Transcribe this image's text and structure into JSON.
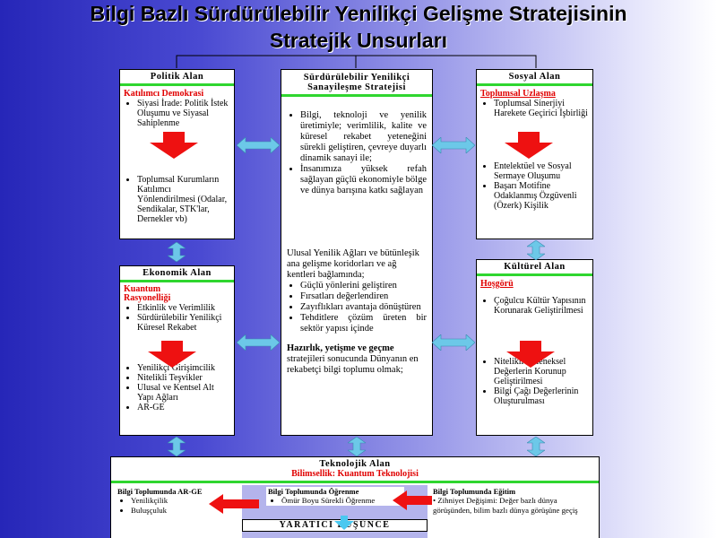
{
  "title_line1": "Bilgi Bazlı Sürdürülebilir Yenilikçi Gelişme Stratejisinin",
  "title_line2": "Stratejik Unsurları",
  "politik": {
    "head": "Politik Alan",
    "sub": "Katılımcı Demokrasi",
    "items_top": [
      "Siyasi İrade: Politik İstek Oluşumu ve Siyasal Sahiplenme"
    ],
    "items_bottom": [
      "Toplumsal Kurumların Katılımcı Yönlendirilmesi (Odalar, Sendikalar, STK'lar, Dernekler vb)"
    ]
  },
  "center": {
    "head1": "Sürdürülebilir Yenilikçi",
    "head2": "Sanayileşme Stratejisi",
    "items_top": [
      "Bilgi, teknoloji ve yenilik üretimiyle; verimlilik, kalite ve küresel rekabet yeteneğini sürekli geliştiren, çevreye duyarlı dinamik sanayi ile;",
      "İnsanımıza yüksek refah sağlayan güçlü ekonomiyle bölge ve dünya barışına katkı sağlayan"
    ],
    "intro": "Ulusal Yenilik Ağları ve bütünleşik ana gelişme koridorları ve ağ kentleri bağlamında;",
    "items_mid": [
      "Güçlü yönlerini geliştiren",
      "Fırsatları değerlendiren",
      "Zayıflıkları avantaja dönüştüren",
      "Tehditlere çözüm üreten bir sektör yapısı içinde"
    ],
    "bold": "Hazırlık, yetişme ve geçme",
    "outro": "stratejileri sonucunda Dünyanın en rekabetçi bilgi toplumu olmak;"
  },
  "sosyal": {
    "head": "Sosyal Alan",
    "sub": "Toplumsal Uzlaşma",
    "items_top": [
      "Toplumsal Sinerjiyi Harekete Geçirici İşbirliği"
    ],
    "items_bottom": [
      "Entelektüel ve Sosyal Sermaye Oluşumu",
      "Başarı Motifine Odaklanmış Özgüvenli (Özerk) Kişilik"
    ]
  },
  "ekonomik": {
    "head": "Ekonomik Alan",
    "sub": "Kuantum Rasyonelliği",
    "items_top": [
      "Etkinlik ve Verimlilik",
      "Sürdürülebilir Yenilikçi Küresel Rekabet"
    ],
    "items_bottom": [
      "Yenilikçi Girişimcilik",
      "Nitelikli Teşvikler",
      "Ulusal ve Kentsel Alt Yapı Ağları",
      "AR-GE"
    ]
  },
  "kulturel": {
    "head": "Kültürel Alan",
    "sub": "Hoşgörü",
    "items_top": [
      "Çoğulcu Kültür Yapısının Korunarak Geliştirilmesi"
    ],
    "items_bottom": [
      "Nitelikli Geleneksel Değerlerin Korunup Geliştirilmesi",
      "Bilgi Çağı Değerlerinin Oluşturulması"
    ]
  },
  "teknolojik": {
    "head": "Teknolojik Alan",
    "sub": "Bilimsellik: Kuantum Teknolojisi",
    "left_head": "Bilgi Toplumunda AR-GE",
    "left_items": [
      "Yenilikçilik",
      "Buluşçuluk"
    ],
    "mid_head": "Bilgi Toplumunda Öğrenme",
    "mid_items": [
      "Ömür Boyu Sürekli Öğrenme"
    ],
    "right_head": "Bilgi Toplumunda Eğitim",
    "right_items": [
      "Zihniyet Değişimi: Değer bazlı dünya görüşünden, bilim bazlı dünya görüşüne geçiş"
    ],
    "footer": "YARATICI DÜŞÜNCE"
  },
  "colors": {
    "accent_red": "#e00000",
    "green_line": "#2fd62f",
    "arrow_blue": "#6cc8e8",
    "arrow_red": "#ee1111"
  }
}
